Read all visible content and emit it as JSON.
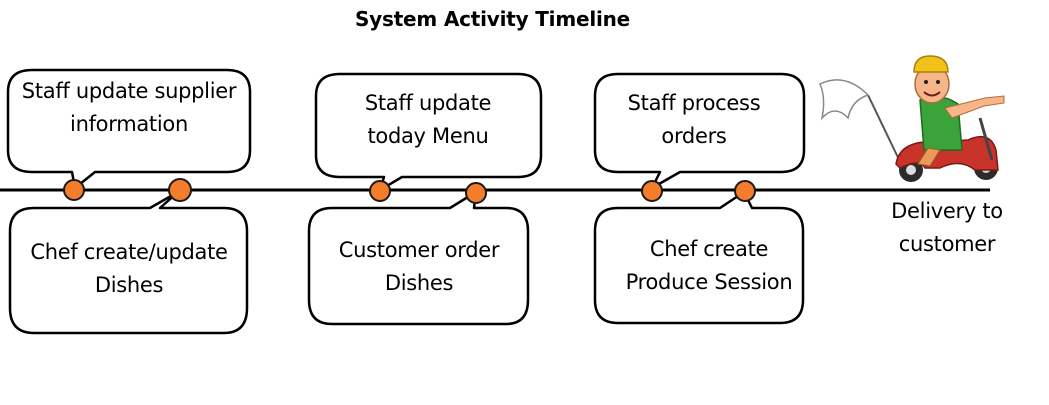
{
  "title": "System Activity Timeline",
  "colors": {
    "node_fill": "#f47d2b",
    "node_stroke": "#1a1a1a",
    "line": "#000000",
    "bubble_stroke": "#000000",
    "bubble_fill": "#ffffff"
  },
  "events_above": [
    {
      "line1": "Staff update supplier",
      "line2": "information"
    },
    {
      "line1": "Staff update",
      "line2": "today Menu"
    },
    {
      "line1": "Staff process",
      "line2": "orders"
    }
  ],
  "events_below": [
    {
      "line1": "Chef create/update",
      "line2": "Dishes"
    },
    {
      "line1": "Customer order",
      "line2": "Dishes"
    },
    {
      "line1": "Chef create",
      "line2": "Produce Session"
    }
  ],
  "end_label": {
    "line1": "Delivery to",
    "line2": "customer"
  },
  "end_icon": "delivery-scooter-chef-icon"
}
